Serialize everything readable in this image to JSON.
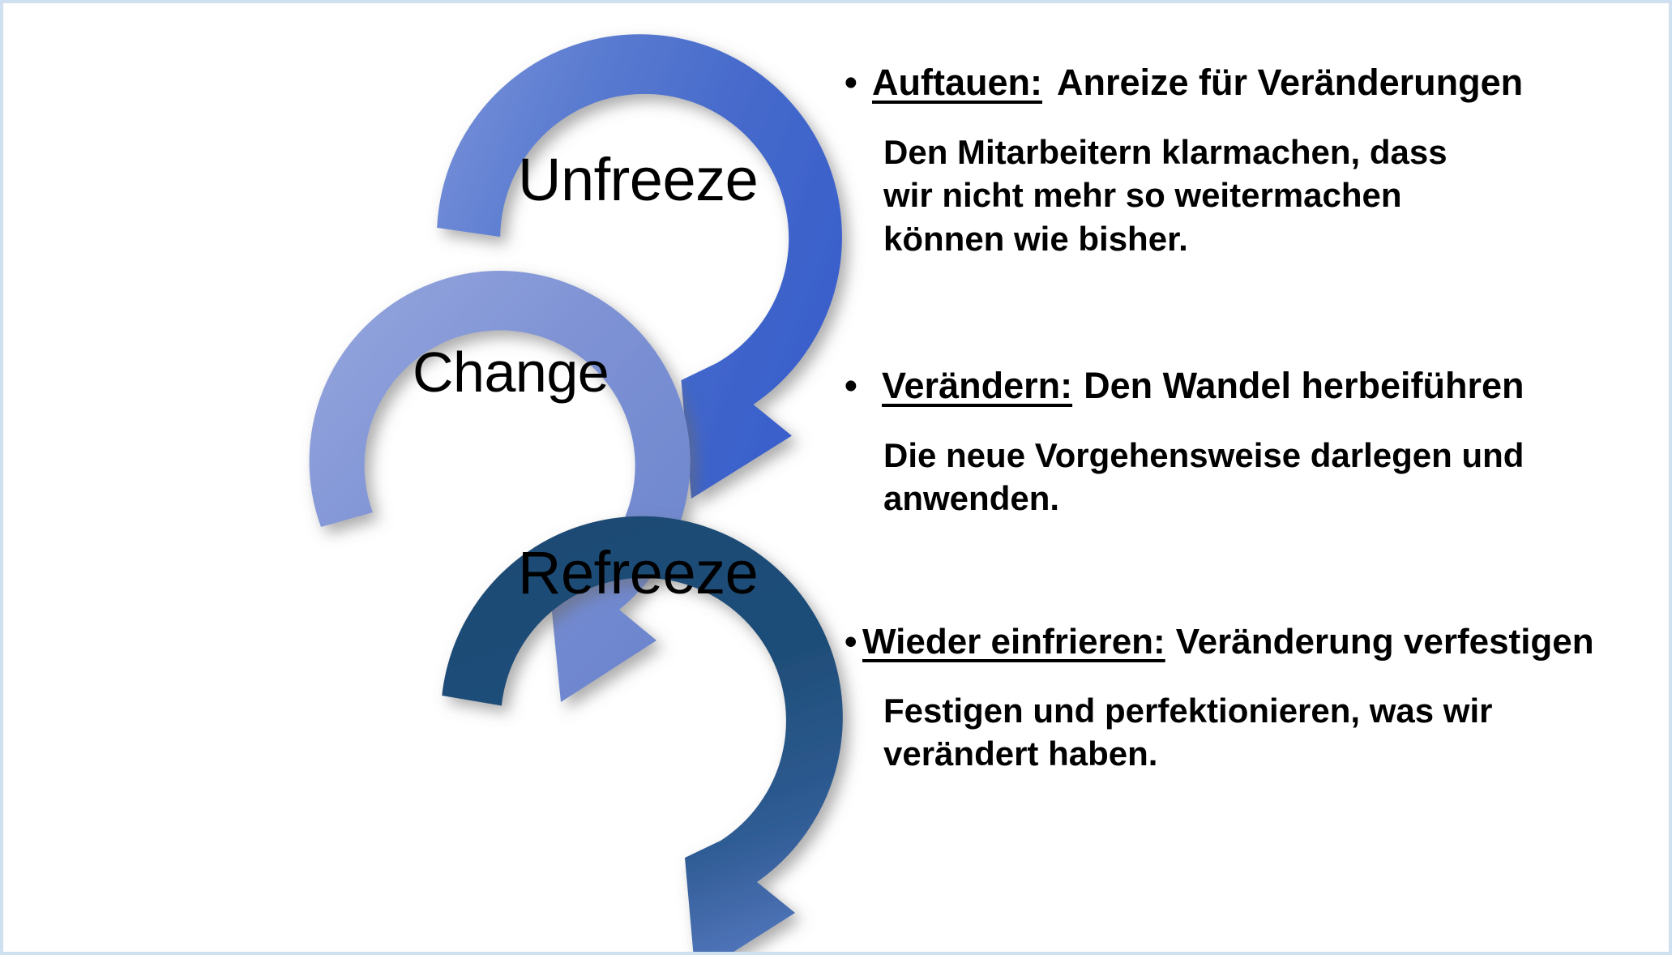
{
  "slide": {
    "background_color": "#ffffff",
    "border_color": "#cfe0f0"
  },
  "diagram": {
    "name": "lewin-change-model-cycle",
    "stages": [
      {
        "id": "unfreeze",
        "label": "Unfreeze",
        "color_start": "#6f8ad6",
        "color_end": "#3a61cb",
        "arrow_direction": "clockwise"
      },
      {
        "id": "change",
        "label": "Change",
        "color_start": "#8a9cd8",
        "color_end": "#6780cc",
        "arrow_direction": "clockwise"
      },
      {
        "id": "refreeze",
        "label": "Refreeze",
        "color_start": "#1f4e79",
        "color_end": "#4a6fb5",
        "arrow_direction": "clockwise"
      }
    ]
  },
  "content": {
    "bullet_glyph": "•",
    "blocks": [
      {
        "term": "Auftauen:",
        "rest": "Anreize für Veränderungen",
        "body": [
          "Den Mitarbeitern klarmachen, dass",
          "wir nicht mehr so weitermachen",
          "können wie bisher."
        ]
      },
      {
        "term": "Verändern:",
        "rest": "Den Wandel herbeiführen",
        "body": [
          "Die neue Vorgehensweise darlegen und",
          "anwenden."
        ]
      },
      {
        "term": "Wieder einfrieren:",
        "rest": "Veränderung verfestigen",
        "body": [
          "Festigen und perfektionieren, was wir",
          "verändert haben."
        ]
      }
    ]
  }
}
